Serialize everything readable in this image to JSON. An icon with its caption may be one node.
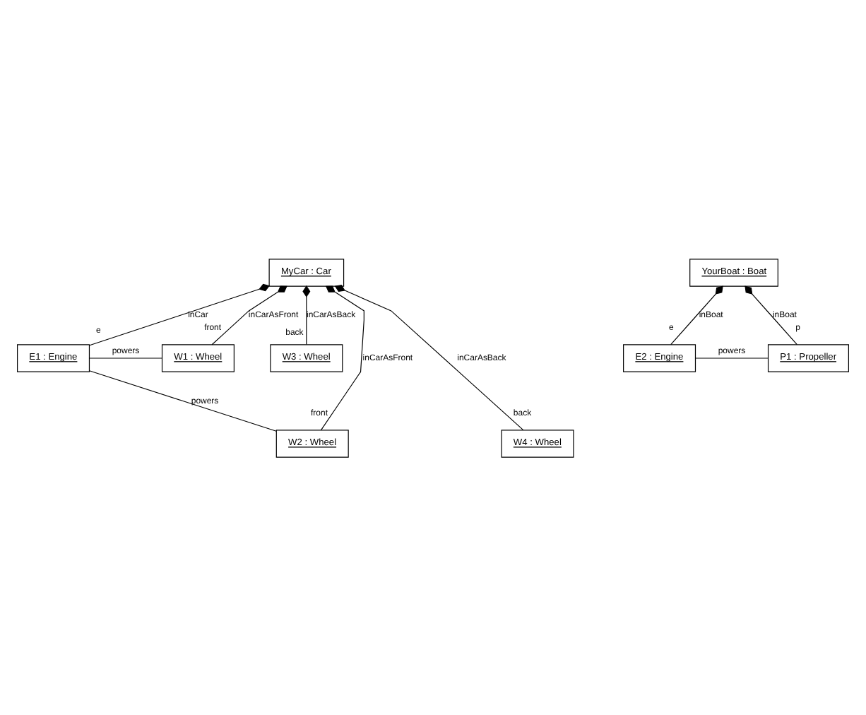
{
  "diagram": {
    "nodes": [
      {
        "text": [
          "MyCar : Car"
        ]
      },
      {
        "text": [
          "E1 : Engine"
        ]
      },
      {
        "text": [
          "W1 : Wheel"
        ]
      },
      {
        "text": [
          "W3 : Wheel"
        ]
      },
      {
        "text": [
          "W2 : Wheel"
        ]
      },
      {
        "text": [
          "W4 : Wheel"
        ]
      },
      {
        "text": [
          "YourBoat : Boat"
        ]
      },
      {
        "text": [
          "E2 : Engine"
        ]
      },
      {
        "text": [
          "P1 : Propeller"
        ]
      }
    ],
    "edges": [
      {
        "from": 0,
        "to": 5,
        "arrow": "other",
        "label": "inCarAsBack"
      },
      {
        "from": 0,
        "to": 3,
        "arrow": "other",
        "label": "inCarAsBack"
      },
      {
        "from": 0,
        "to": 4,
        "arrow": "other",
        "label": "inCarAsFront"
      },
      {
        "from": 0,
        "to": 2,
        "arrow": "other",
        "label": "inCarAsFront"
      },
      {
        "from": 0,
        "to": 1,
        "arrow": "other",
        "label": "inCar"
      },
      {
        "from": 1,
        "to": 2,
        "arrow": "none",
        "label": "powers"
      },
      {
        "from": 1,
        "to": 4,
        "arrow": "none",
        "label": "powers"
      },
      {
        "from": 6,
        "to": 7,
        "arrow": "other",
        "label": "inBoat"
      },
      {
        "from": 6,
        "to": 8,
        "arrow": "other",
        "label": "inBoat"
      },
      {
        "from": 7,
        "to": 8,
        "arrow": "none",
        "label": "powers"
      }
    ],
    "labels": [
      "back",
      "e",
      "front",
      "front",
      "back",
      "e",
      "p"
    ]
  }
}
